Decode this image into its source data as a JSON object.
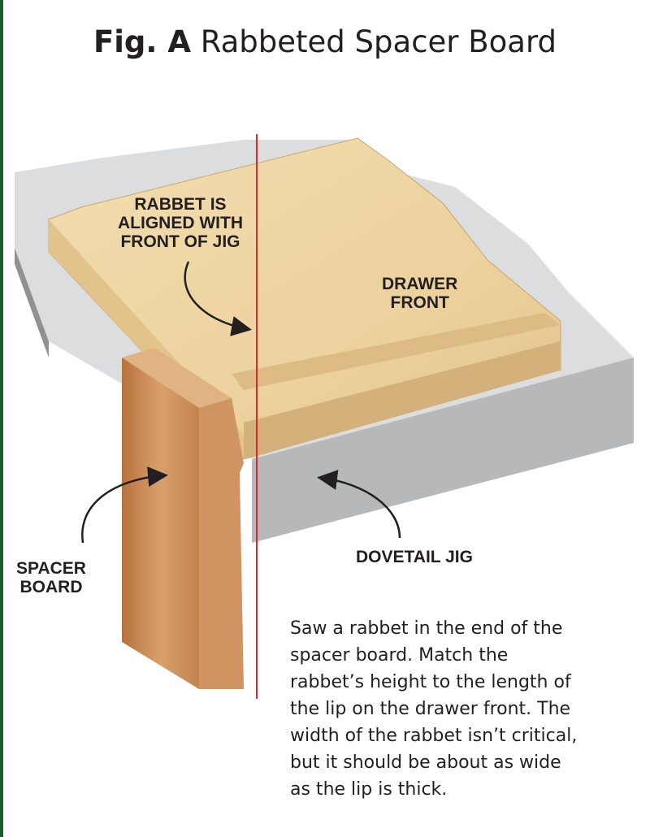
{
  "title": {
    "prefix": "Fig. A",
    "text": "Rabbeted Spacer Board"
  },
  "labels": {
    "rabbet": [
      "RABBET IS",
      "ALIGNED WITH",
      "FRONT OF JIG"
    ],
    "drawer_front": [
      "DRAWER",
      "FRONT"
    ],
    "dovetail_jig": "DOVETAIL JIG",
    "spacer_board": [
      "SPACER",
      "BOARD"
    ]
  },
  "caption": [
    "Saw a rabbet in the end of the",
    "spacer board. Match the",
    "rabbet’s height to the length of",
    "the lip on the drawer front. The",
    "width of the rabbet isn’t critical,",
    "but it should be about as wide",
    "as the lip is thick."
  ],
  "colors": {
    "accent_bar": "#1d5a2e",
    "alignment_line": "#e0262b",
    "jig_top": "#dcdddf",
    "jig_front": "#b7b8ba",
    "drawer_wood": "#efd7a6",
    "spacer_wood": "#c98752"
  }
}
